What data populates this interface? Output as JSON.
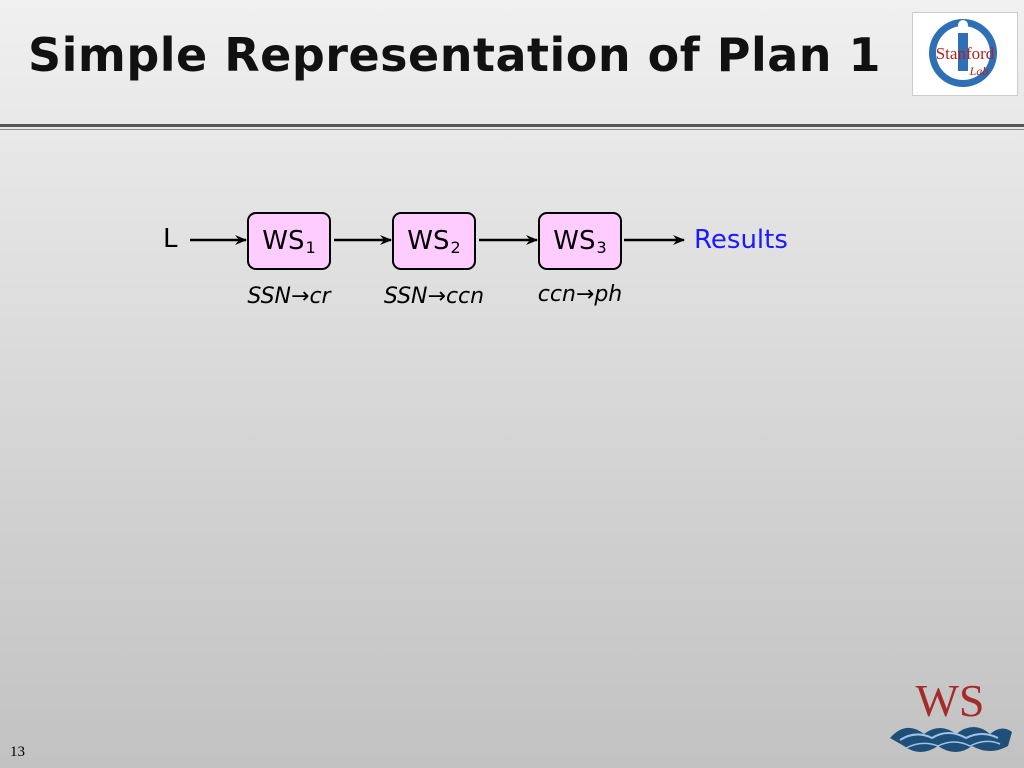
{
  "slide": {
    "title": "Simple Representation of Plan 1",
    "page_number": "13"
  },
  "logos": {
    "stanford_lab": {
      "text_main": "Stanford",
      "text_sub": "Lab",
      "letter": "i"
    },
    "ws": {
      "text": "WS"
    }
  },
  "diagram": {
    "input_label": "L",
    "services": [
      {
        "name": "WS",
        "index": "1",
        "mapping": "SSN→cr"
      },
      {
        "name": "WS",
        "index": "2",
        "mapping": "SSN→ccn"
      },
      {
        "name": "WS",
        "index": "3",
        "mapping": "ccn→ph"
      }
    ],
    "output_label": "Results"
  },
  "colors": {
    "box_fill": "#ffccff",
    "results_text": "#1a1aff",
    "ws_logo_red": "#a52a2a",
    "ws_logo_blue": "#1f4e79"
  }
}
